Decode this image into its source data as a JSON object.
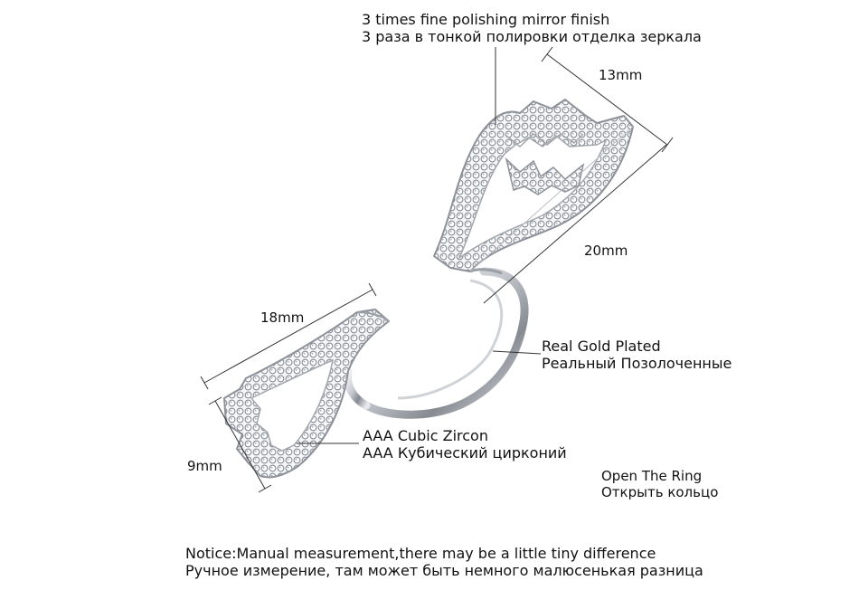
{
  "callouts": {
    "polish": {
      "en": "3 times fine polishing mirror finish",
      "ru": "3 раза в тонкой полировки отделка зеркала"
    },
    "gold": {
      "en": "Real Gold Plated",
      "ru": "Реальный Позолоченные"
    },
    "zircon": {
      "en": "AAA Cubic Zircon",
      "ru": "AAA Кубический цирконий"
    },
    "open": {
      "en": "Open The Ring",
      "ru": "Открыть кольцо"
    }
  },
  "dimensions": {
    "top_width": "13mm",
    "top_length": "20mm",
    "bottom_length": "18mm",
    "bottom_width": "9mm"
  },
  "notice": {
    "en": "Notice:Manual measurement,there may be a little tiny difference",
    "ru": "Ручное измерение, там может быть немного малюсенькая разница"
  },
  "colors": {
    "text": "#111111",
    "metal": "#b8bcc2",
    "metal_dark": "#6f747b",
    "stone": "#eef1f5"
  }
}
